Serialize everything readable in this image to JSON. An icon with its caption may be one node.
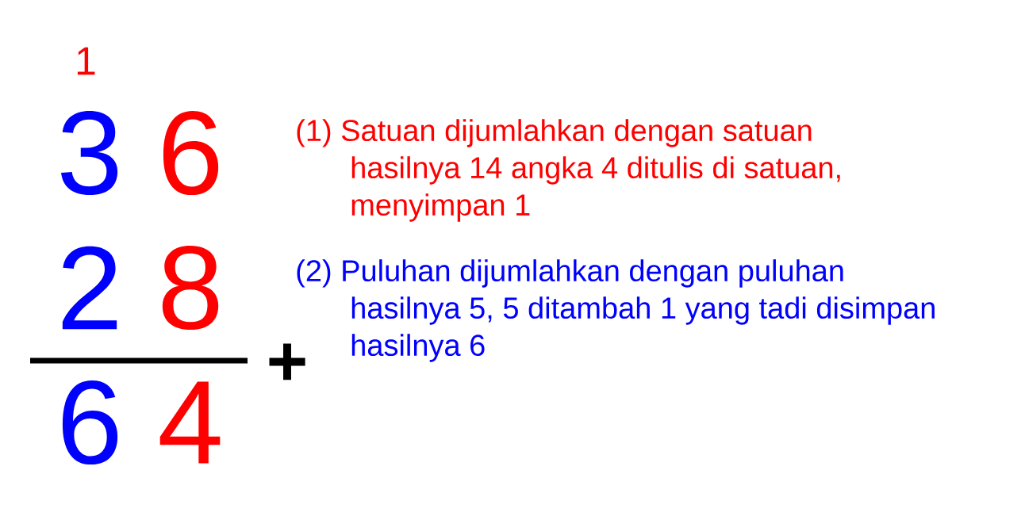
{
  "diagram": {
    "labels": [
      "1",
      "3",
      "6",
      "(1) Satuan dijumlahkan dengan satuan hasilnya 14 angka 4 ditulis di satuan, menyimpan 1",
      "2",
      "8",
      "(2) Puluhan dijumlahkan dengan puluhan hasilnya 5, 5 ditambah 1 yang tadi disimpan hasilnya 6",
      "+",
      "6",
      "4"
    ]
  }
}
